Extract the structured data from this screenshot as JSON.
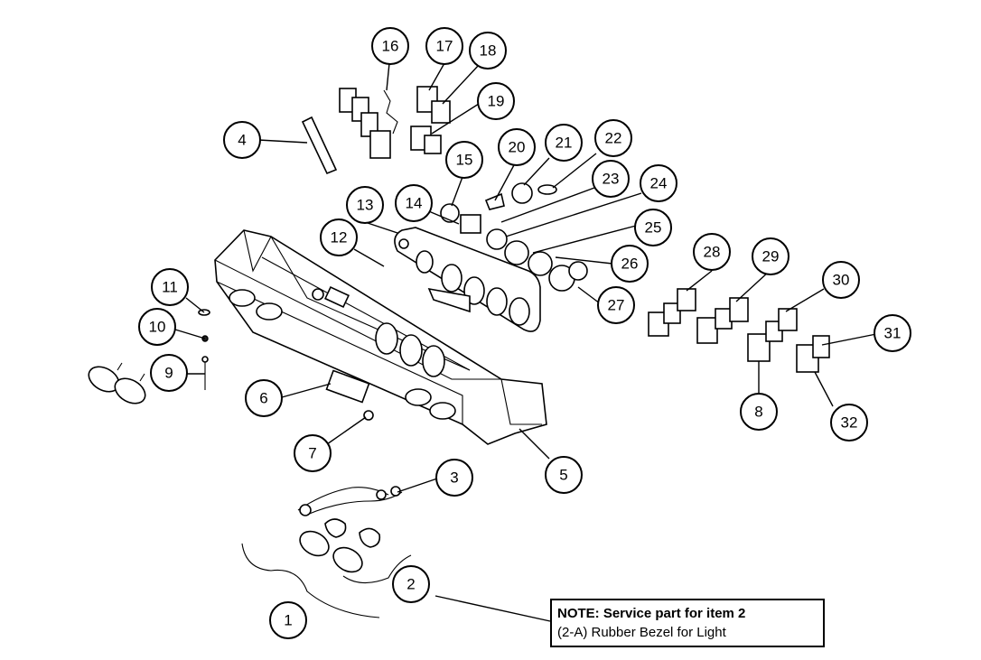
{
  "callouts": [
    "1",
    "2",
    "3",
    "4",
    "5",
    "6",
    "7",
    "8",
    "9",
    "10",
    "11",
    "12",
    "13",
    "14",
    "15",
    "16",
    "17",
    "18",
    "19",
    "20",
    "21",
    "22",
    "23",
    "24",
    "25",
    "26",
    "27",
    "28",
    "29",
    "30",
    "31",
    "32"
  ],
  "note": {
    "title": "NOTE: Service part for item 2",
    "line2": "(2-A) Rubber Bezel for Light"
  }
}
